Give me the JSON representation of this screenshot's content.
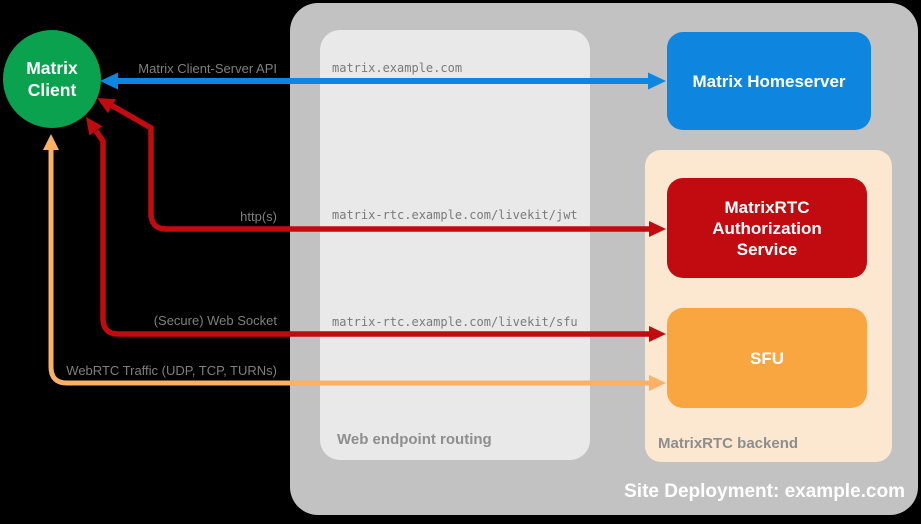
{
  "diagram_title": "Site Deployment: example.com",
  "colors": {
    "background": "#000000",
    "site_container": "#c2c2c2",
    "routing_box": "#e9e9e9",
    "backend_box": "#fce7d0",
    "client_green": "#0aa24e",
    "homeserver_blue": "#0e86e0",
    "service_red": "#c20b10",
    "sfu_orange": "#f9a640",
    "webrtc_orange": "#fbb266",
    "edge_label_gray": "#7f7f7f",
    "route_label_gray": "#7a7a7a",
    "container_label_gray": "#8e8e8e",
    "text_white": "#ffffff"
  },
  "containers": {
    "site": {
      "label": "Site Deployment: example.com"
    },
    "routing": {
      "label": "Web endpoint routing"
    },
    "backend": {
      "label": "MatrixRTC backend"
    }
  },
  "nodes": {
    "client": {
      "label": "Matrix Client",
      "shape": "circle"
    },
    "homeserver": {
      "label": "Matrix Homeserver",
      "shape": "rounded-rect"
    },
    "auth_service": {
      "label": "MatrixRTC Authorization Service",
      "shape": "rounded-rect"
    },
    "sfu": {
      "label": "SFU",
      "shape": "rounded-rect"
    }
  },
  "edges": [
    {
      "label": "Matrix Client-Server API",
      "route": "matrix.example.com",
      "from": "Matrix Client",
      "to": "Matrix Homeserver",
      "color": "#0e86e0",
      "arrowheads": "both"
    },
    {
      "label": "http(s)",
      "route": "matrix-rtc.example.com/livekit/jwt",
      "from": "Matrix Client",
      "to": "MatrixRTC Authorization Service",
      "color": "#c20b10",
      "arrowheads": "both"
    },
    {
      "label": "(Secure) Web Socket",
      "route": "matrix-rtc.example.com/livekit/sfu",
      "from": "Matrix Client",
      "to": "SFU",
      "color": "#c20b10",
      "arrowheads": "both"
    },
    {
      "label": "WebRTC Traffic (UDP, TCP, TURNs)",
      "route": "",
      "from": "Matrix Client",
      "to": "SFU",
      "color": "#fbb266",
      "arrowheads": "both"
    }
  ]
}
